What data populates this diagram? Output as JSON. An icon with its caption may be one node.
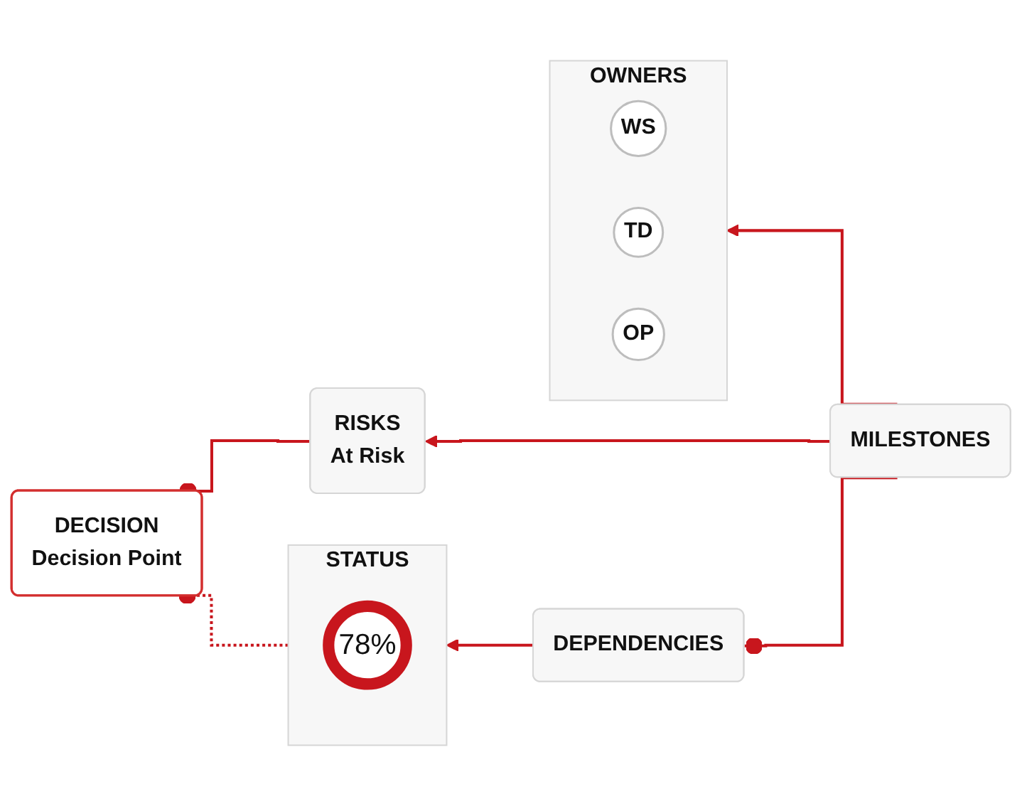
{
  "diagram": {
    "nodes": [
      {
        "text": [
          "OWNERS"
        ]
      },
      {
        "text": [
          "WS"
        ],
        "in": 0
      },
      {
        "text": [
          "TD"
        ],
        "in": 0
      },
      {
        "text": [
          "OP"
        ],
        "in": 0
      },
      {
        "text": [
          "MILESTONES"
        ]
      },
      {
        "text": [
          "RISKS",
          "At Risk"
        ]
      },
      {
        "text": [
          "DECISION",
          "Decision Point"
        ]
      },
      {
        "text": [
          "STATUS"
        ]
      },
      {
        "text": [
          "78%"
        ],
        "in": 7
      },
      {
        "text": [
          "DEPENDENCIES"
        ]
      }
    ],
    "edges": [
      {
        "from": 4,
        "to": 0,
        "arrow": "to"
      },
      {
        "from": 4,
        "to": 5,
        "arrow": "to"
      },
      {
        "from": 4,
        "to": 9,
        "arrow": "other"
      },
      {
        "from": 5,
        "to": 6,
        "arrow": "other"
      },
      {
        "from": 7,
        "to": 6,
        "arrow": "other",
        "style": "dashed"
      },
      {
        "from": 9,
        "to": 7,
        "arrow": "to"
      }
    ]
  }
}
